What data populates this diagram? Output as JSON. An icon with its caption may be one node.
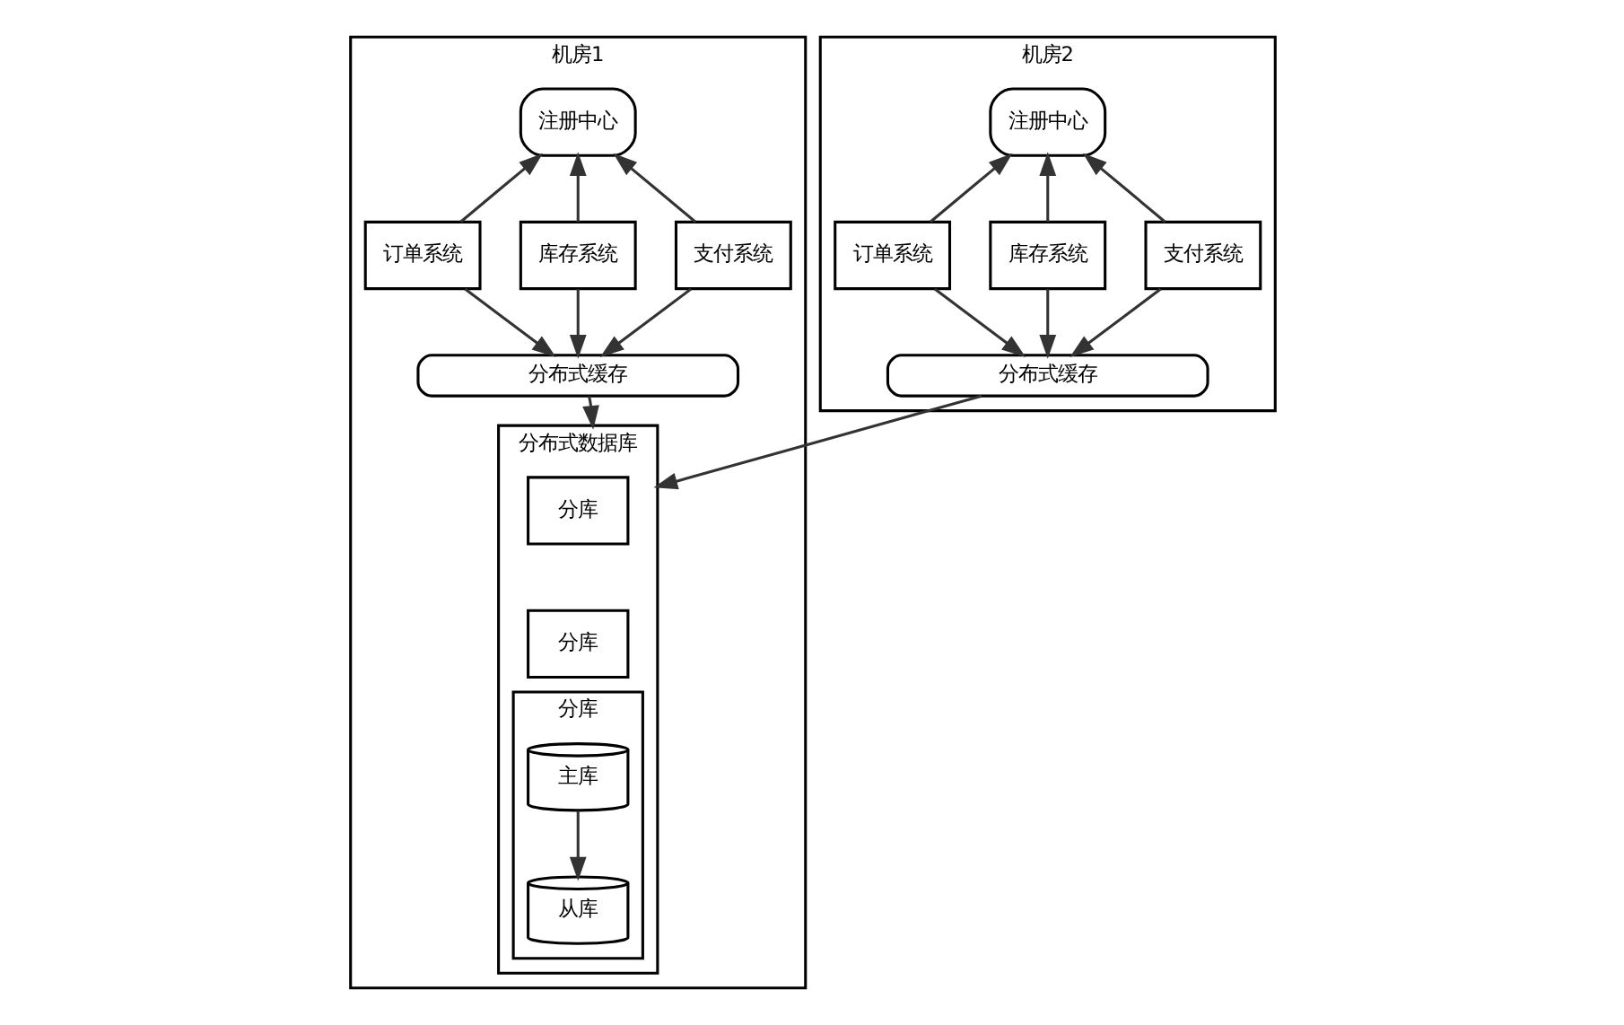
{
  "diagram": {
    "nodes": [
      {
        "text": [
          "机房1"
        ]
      },
      {
        "text": [
          "注册中心"
        ],
        "in": 0
      },
      {
        "text": [
          "订单系统"
        ],
        "in": 0
      },
      {
        "text": [
          "库存系统"
        ],
        "in": 0
      },
      {
        "text": [
          "支付系统"
        ],
        "in": 0
      },
      {
        "text": [
          "分布式缓存"
        ],
        "in": 0
      },
      {
        "text": [
          "分布式数据库"
        ],
        "in": 0
      },
      {
        "text": [
          "分库"
        ],
        "in": 6
      },
      {
        "text": [
          "分库"
        ],
        "in": 6
      },
      {
        "text": [
          "分库"
        ],
        "in": 6
      },
      {
        "text": [
          "主库"
        ],
        "in": 9
      },
      {
        "text": [
          "从库"
        ],
        "in": 9
      },
      {
        "text": [
          "机房2"
        ]
      },
      {
        "text": [
          "注册中心"
        ],
        "in": 12
      },
      {
        "text": [
          "订单系统"
        ],
        "in": 12
      },
      {
        "text": [
          "库存系统"
        ],
        "in": 12
      },
      {
        "text": [
          "支付系统"
        ],
        "in": 12
      },
      {
        "text": [
          "分布式缓存"
        ],
        "in": 12
      }
    ],
    "edges": [
      {
        "from": 2,
        "to": 1,
        "arrow": "to"
      },
      {
        "from": 3,
        "to": 1,
        "arrow": "to"
      },
      {
        "from": 4,
        "to": 1,
        "arrow": "to"
      },
      {
        "from": 2,
        "to": 5,
        "arrow": "to"
      },
      {
        "from": 3,
        "to": 5,
        "arrow": "to"
      },
      {
        "from": 4,
        "to": 5,
        "arrow": "to"
      },
      {
        "from": 5,
        "to": 6,
        "arrow": "to"
      },
      {
        "from": 10,
        "to": 11,
        "arrow": "to"
      },
      {
        "from": 14,
        "to": 13,
        "arrow": "to"
      },
      {
        "from": 15,
        "to": 13,
        "arrow": "to"
      },
      {
        "from": 16,
        "to": 13,
        "arrow": "to"
      },
      {
        "from": 14,
        "to": 17,
        "arrow": "to"
      },
      {
        "from": 15,
        "to": 17,
        "arrow": "to"
      },
      {
        "from": 16,
        "to": 17,
        "arrow": "to"
      },
      {
        "from": 17,
        "to": 6,
        "arrow": "to"
      }
    ]
  }
}
